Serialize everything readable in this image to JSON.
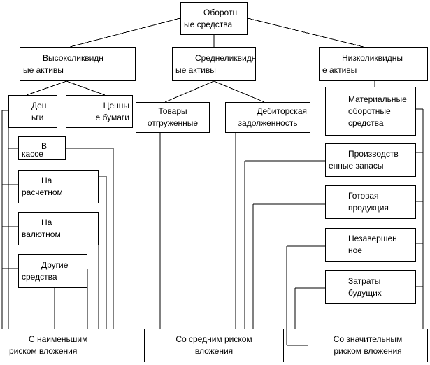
{
  "diagram": {
    "root": {
      "lines": [
        "Оборотн",
        "ые средства"
      ]
    },
    "level1": [
      {
        "id": "high",
        "lines": [
          "Высоколиквидн",
          "ые активы"
        ]
      },
      {
        "id": "mid",
        "lines": [
          "Среднеликвидн",
          "ые активы"
        ]
      },
      {
        "id": "low",
        "lines": [
          "Низколиквидны",
          "е активы"
        ]
      }
    ],
    "high_children": [
      {
        "id": "money",
        "lines": [
          "Ден",
          "ьги"
        ]
      },
      {
        "id": "securities",
        "lines": [
          "Ценны",
          "е бумаги"
        ]
      }
    ],
    "money_accounts": [
      {
        "id": "cash",
        "lines": [
          "В",
          "кассе"
        ]
      },
      {
        "id": "settlement",
        "lines": [
          "На",
          "расчетном"
        ]
      },
      {
        "id": "currency",
        "lines": [
          "На",
          "валютном"
        ]
      },
      {
        "id": "other",
        "lines": [
          "Другие",
          "средства"
        ]
      }
    ],
    "mid_children": [
      {
        "id": "goods",
        "lines": [
          "Товары",
          "отгруженные"
        ]
      },
      {
        "id": "receivables",
        "lines": [
          "Дебиторская",
          "задолженность"
        ]
      }
    ],
    "low_children": [
      {
        "id": "material",
        "lines": [
          "Материальные",
          "оборотные",
          "средства"
        ]
      },
      {
        "id": "stocks",
        "lines": [
          "Производств",
          "енные запасы"
        ]
      },
      {
        "id": "finished",
        "lines": [
          "Готовая",
          "продукция"
        ]
      },
      {
        "id": "wip",
        "lines": [
          "Незавершен",
          "ное"
        ]
      },
      {
        "id": "deferred",
        "lines": [
          "Затраты",
          "будущих"
        ]
      }
    ],
    "risk": [
      {
        "id": "risk-low",
        "lines": [
          "С наименьшим",
          "риском вложения"
        ]
      },
      {
        "id": "risk-mid",
        "lines": [
          "Со средним риском",
          "вложения"
        ]
      },
      {
        "id": "risk-high",
        "lines": [
          "Со значительным",
          "риском вложения"
        ]
      }
    ]
  }
}
